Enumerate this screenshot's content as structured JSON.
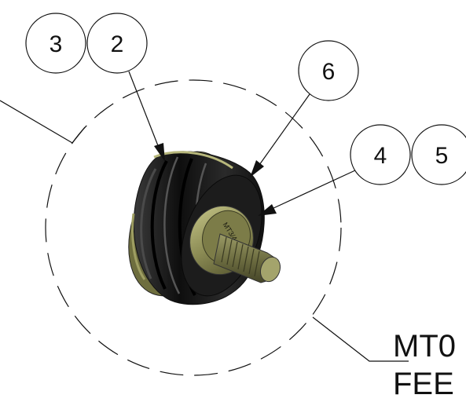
{
  "balloons": {
    "b3": "3",
    "b2": "2",
    "b6": "6",
    "b4": "4",
    "b5": "5"
  },
  "caption": {
    "line1": "MT0",
    "line2": "FEE"
  },
  "hub_marking": "MT3/4",
  "colors": {
    "line": "#111111",
    "rubber": "#1a1a1a",
    "brass": "#8a8a52"
  }
}
